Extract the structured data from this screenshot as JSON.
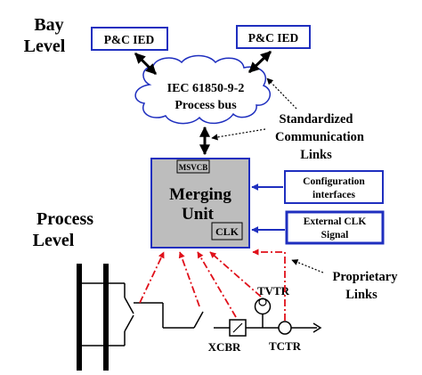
{
  "labels": {
    "bay_level_line1": "Bay",
    "bay_level_line2": "Level",
    "process_level_line1": "Process",
    "process_level_line2": "Level",
    "pc_ied_left": "P&C IED",
    "pc_ied_right": "P&C IED",
    "cloud_line1": "IEC 61850-9-2",
    "cloud_line2": "Process bus",
    "std_links_line1": "Standardized",
    "std_links_line2": "Communication",
    "std_links_line3": "Links",
    "msvcb": "MSVCB",
    "merging_line1": "Merging",
    "merging_line2": "Unit",
    "clk": "CLK",
    "config_line1": "Configuration",
    "config_line2": "interfaces",
    "extclk_line1": "External CLK",
    "extclk_line2": "Signal",
    "proprietary_line1": "Proprietary",
    "proprietary_line2": "Links",
    "tvtr": "TVTR",
    "xcbr": "XCBR",
    "tctr": "TCTR"
  },
  "colors": {
    "blue_box": "#1f2fbf",
    "merging_fill": "#bdbdbd",
    "red_link": "#e0101a",
    "black": "#000000"
  }
}
